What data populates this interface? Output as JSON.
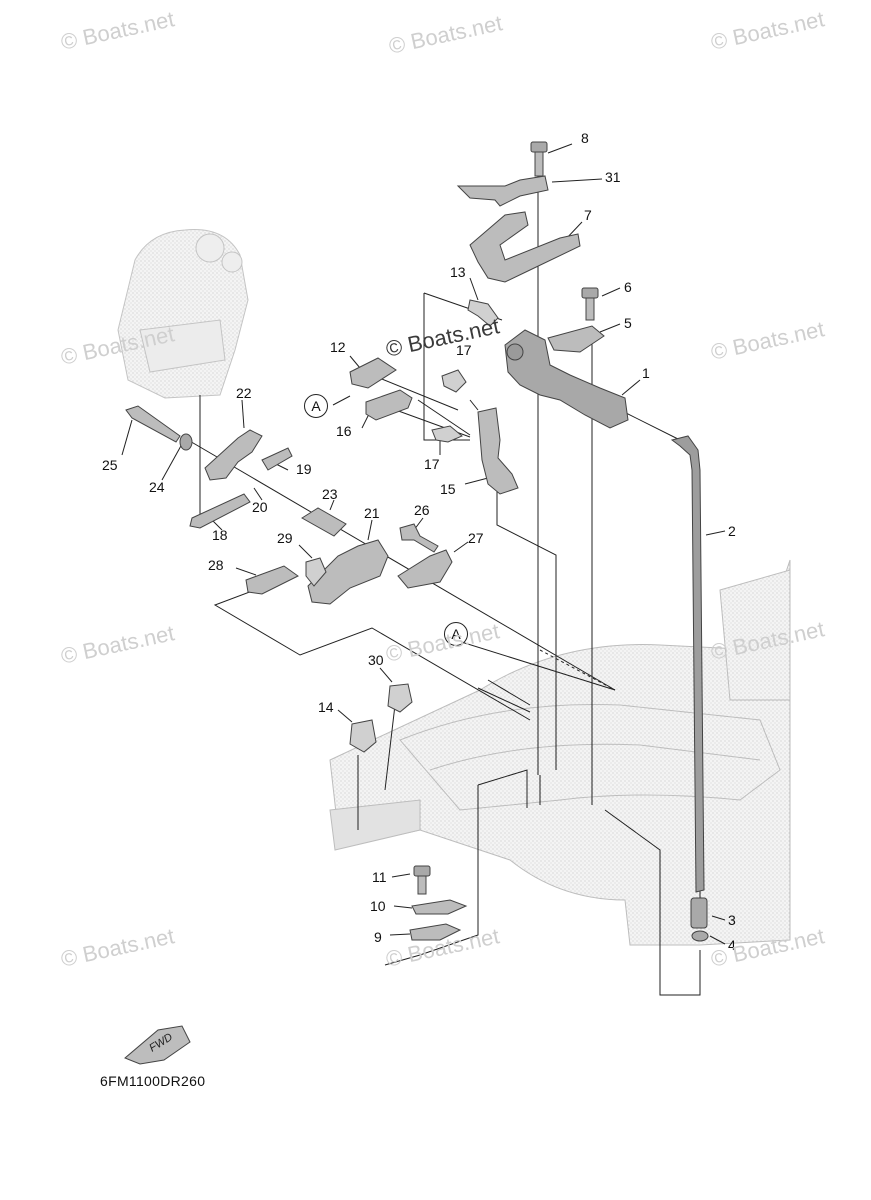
{
  "watermark": "© Boats.net",
  "center_watermark": "© Boats.net",
  "reference_marker": "A",
  "fwd_label": "FWD",
  "drawing_code": "6FM1100DR260",
  "callouts": [
    "1",
    "2",
    "3",
    "4",
    "5",
    "6",
    "7",
    "8",
    "9",
    "10",
    "11",
    "12",
    "13",
    "14",
    "15",
    "16",
    "17",
    "17",
    "18",
    "19",
    "20",
    "21",
    "22",
    "23",
    "24",
    "25",
    "26",
    "27",
    "28",
    "29",
    "30",
    "31"
  ],
  "colors": {
    "part_fill": "#b8b8b8",
    "part_stroke": "#555555",
    "line": "#222222",
    "watermark": "#cfcfcf"
  }
}
